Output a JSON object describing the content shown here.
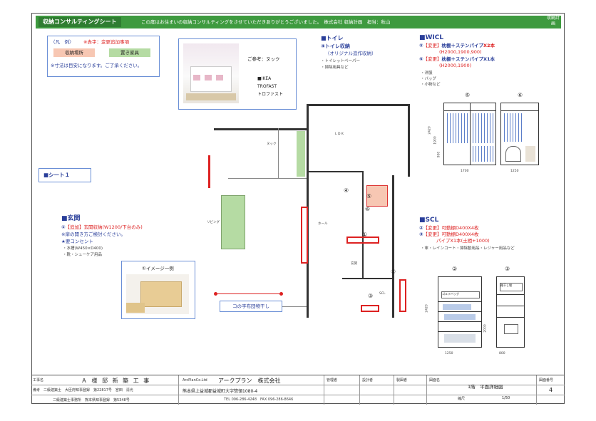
{
  "header": {
    "title": "収納コンサルティングシート",
    "message": "この度はお住まいの収納コンサルティングをさせていただきありがとうございました。　株式会社 収納計画　担当：秋山",
    "logo": "収納計画"
  },
  "legend": {
    "example": "〈凡　例〉",
    "note_red": "※赤字：変更追加事項",
    "storage": "収納場所",
    "furniture": "置き家具",
    "size_note": "※寸法は目安になります。ご了承ください。"
  },
  "reference": {
    "label": "ご参考：ヌック",
    "product": "■IKEA\nTROFAST\nトロファスト"
  },
  "sheet_label": "■シート１",
  "toilet": {
    "title": "■トイレ",
    "item": "④トイレ収納",
    "detail": "（オリジナル造作収納）",
    "contents1": "・トイレットペーパー",
    "contents2": "・掃除用具など"
  },
  "wicl": {
    "title": "■WICL",
    "line1_num": "⑤",
    "line1_red": "【変更】",
    "line1_text": "枕棚＋ステンパイプ",
    "line1_red2": "X2本",
    "line1_sub": "(H2000,1900,900)",
    "line2_num": "⑥",
    "line2_red": "【変更】",
    "line2_text": "枕棚＋ステンパイプX1本",
    "line2_sub": "(H2000,1900)",
    "c1": "・洋服",
    "c2": "・バッグ",
    "c3": "・小物など",
    "elev5": "⑤",
    "elev6": "⑥",
    "dim_w5": "1700",
    "dim_w6": "1250",
    "dim_h": "2420",
    "dim_h2": "1900",
    "dim_h3": "900"
  },
  "genkan": {
    "title": "■玄関",
    "l1_num": "①",
    "l1_red": "【追加】玄関収納(W1200/下台のみ)",
    "l2": "※扉の開き方ご検討ください。",
    "l3": "★要コンセント",
    "l4": "・水槽(W450×D400)",
    "l5": "・靴・シューケア用品",
    "image_label": "①イメージ一例"
  },
  "scl": {
    "title": "■SCL",
    "l1_num": "②",
    "l1_red": "【変更】可動棚D400X4枚",
    "l2_num": "③",
    "l2_red": "【変更】可動棚D400X4枚",
    "l3_red": "パイプX1本",
    "l3_red2": "(土間+1000)",
    "l4": "・傘・レインコート・掃除動用品・レジャー用品など",
    "elev2": "②",
    "elev3": "③",
    "dim_w2": "1250",
    "dim_w3": "800",
    "dim_h": "2420",
    "dim_h2": "2000",
    "label_a": "ゴルフバッグ",
    "label_b": "靴干し場"
  },
  "plan": {
    "nook": "ヌック",
    "ldk": "L D K",
    "living": "リビング",
    "hall": "ホール",
    "genkan": "玄関",
    "scl": "SCL",
    "clip": "コの字布団物干し",
    "circles": [
      "①",
      "②",
      "③",
      "④",
      "⑤",
      "⑥"
    ]
  },
  "title_block": {
    "koji_label": "工事名",
    "koji_name": "Ａ 様 邸 新 築 工 事",
    "company_en": "ArcPlanCo.Ltd",
    "company": "アークプラン　株式会社",
    "address": "熊本県上益城郡益城町大字惣領1080-4",
    "tel": "TEL 096-286-4248　FAX 096-286-8646",
    "license1": "備考　二級建築士　大臣府知事登録　第22817号　宮田　清光",
    "license2": "二級建築士事務所　熊本県知事登録　第5348号",
    "kanri": "管理者",
    "sekkei": "設計者",
    "seizu": "製図者",
    "zumen_label": "図面名",
    "zumen": "1階　平面詳細図",
    "zuban_label": "図面番号",
    "zuban": "4",
    "scale_label": "縮尺",
    "scale": "1/50"
  }
}
